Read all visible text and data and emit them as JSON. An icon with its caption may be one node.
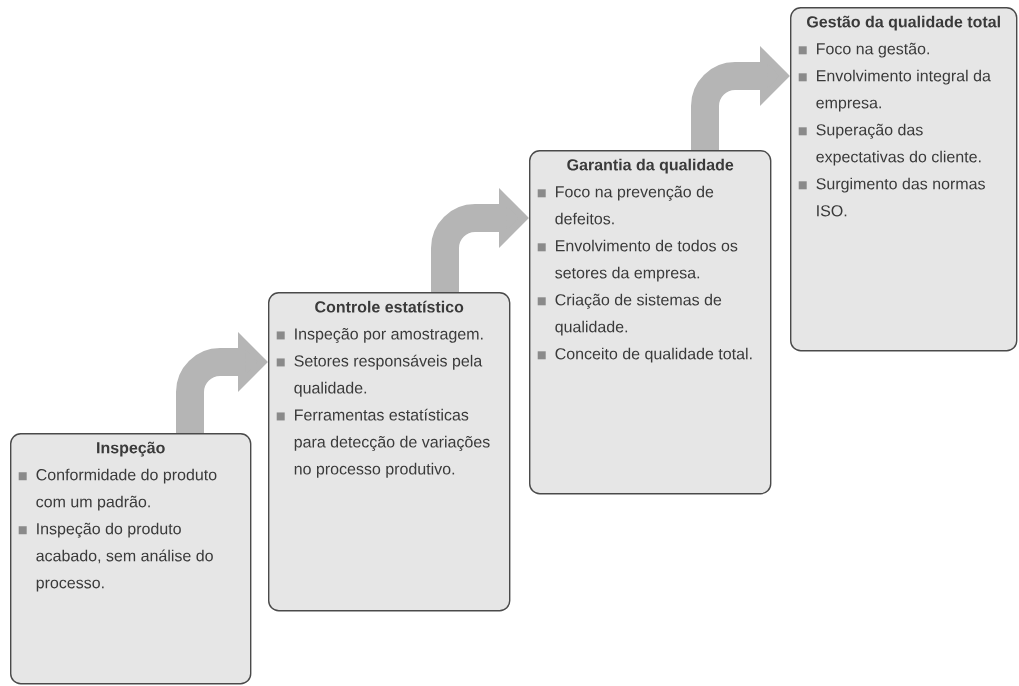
{
  "diagram": {
    "nodes": [
      {
        "text": [
          "Inspeção",
          "Conformidade do produto com um padrão.",
          "Inspeção do produto acabado, sem análise do processo."
        ]
      },
      {
        "text": [
          "Controle estatístico",
          "Inspeção por amostragem.",
          "Setores responsáveis pela qualidade.",
          "Ferramentas estatísticas para detecção de variações no processo produtivo."
        ]
      },
      {
        "text": [
          "Garantia da qualidade",
          "Foco na prevenção de defeitos.",
          "Envolvimento de todos os setores da empresa.",
          "Criação de sistemas de qualidade.",
          "Conceito de qualidade total."
        ]
      },
      {
        "text": [
          "Gestão da qualidade total",
          "Foco na gestão.",
          "Envolvimento integral da empresa.",
          "Superação das expectativas do cliente.",
          "Surgimento das normas ISO."
        ]
      }
    ],
    "edges": [
      {
        "from": 0,
        "to": 1,
        "arrow": "to"
      },
      {
        "from": 1,
        "to": 2,
        "arrow": "to"
      },
      {
        "from": 2,
        "to": 3,
        "arrow": "to"
      }
    ]
  }
}
